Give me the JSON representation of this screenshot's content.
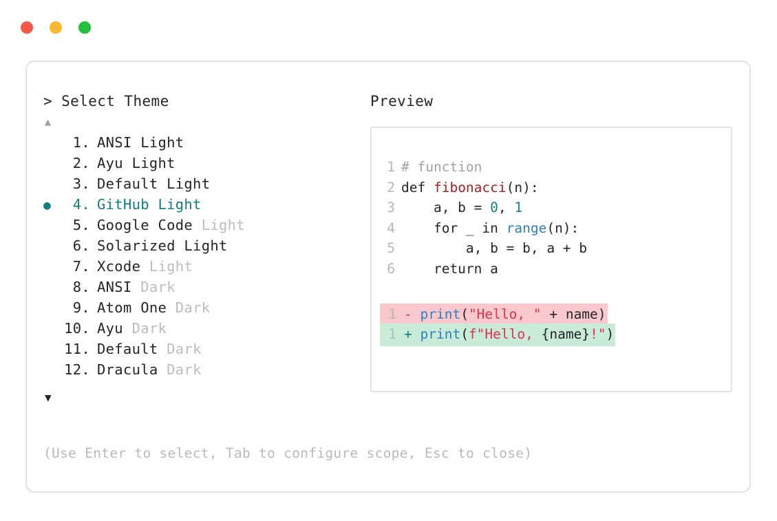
{
  "window": {
    "traffic_lights": [
      {
        "name": "close",
        "color": "#f2594b"
      },
      {
        "name": "minimize",
        "color": "#f6b930"
      },
      {
        "name": "zoom",
        "color": "#23bf38"
      }
    ]
  },
  "left": {
    "prompt_caret": ">",
    "prompt_title": "Select Theme",
    "scroll_up_icon": "▲",
    "scroll_down_icon": "▼",
    "selected_index": 4,
    "selected_bullet": "●",
    "accent_color": "#137d7d",
    "items": [
      {
        "num": "1.",
        "name": "ANSI Light",
        "variant": "",
        "selected": false
      },
      {
        "num": "2.",
        "name": "Ayu Light",
        "variant": "",
        "selected": false
      },
      {
        "num": "3.",
        "name": "Default Light",
        "variant": "",
        "selected": false
      },
      {
        "num": "4.",
        "name": "GitHub Light",
        "variant": "",
        "selected": true
      },
      {
        "num": "5.",
        "name": "Google Code",
        "variant": " Light",
        "selected": false
      },
      {
        "num": "6.",
        "name": "Solarized Light",
        "variant": "",
        "selected": false
      },
      {
        "num": "7.",
        "name": "Xcode",
        "variant": " Light",
        "selected": false
      },
      {
        "num": "8.",
        "name": "ANSI",
        "variant": " Dark",
        "selected": false
      },
      {
        "num": "9.",
        "name": "Atom One",
        "variant": " Dark",
        "selected": false
      },
      {
        "num": "10.",
        "name": "Ayu",
        "variant": " Dark",
        "selected": false
      },
      {
        "num": "11.",
        "name": "Default",
        "variant": " Dark",
        "selected": false
      },
      {
        "num": "12.",
        "name": "Dracula",
        "variant": " Dark",
        "selected": false
      }
    ],
    "footer_hint": "(Use Enter to select, Tab to configure scope, Esc to close)"
  },
  "right": {
    "preview_label": "Preview",
    "code_lines": [
      {
        "gutter": "1",
        "tokens": [
          {
            "t": "# function",
            "c": "tok-comment"
          }
        ]
      },
      {
        "gutter": "2",
        "tokens": [
          {
            "t": "def ",
            "c": "tok-plain"
          },
          {
            "t": "fibonacci",
            "c": "tok-fn"
          },
          {
            "t": "(n):",
            "c": "tok-plain"
          }
        ]
      },
      {
        "gutter": "3",
        "tokens": [
          {
            "t": "    a, b = ",
            "c": "tok-plain"
          },
          {
            "t": "0",
            "c": "tok-num"
          },
          {
            "t": ", ",
            "c": "tok-plain"
          },
          {
            "t": "1",
            "c": "tok-num"
          }
        ]
      },
      {
        "gutter": "4",
        "tokens": [
          {
            "t": "    for _ in ",
            "c": "tok-plain"
          },
          {
            "t": "range",
            "c": "tok-builtin"
          },
          {
            "t": "(n):",
            "c": "tok-plain"
          }
        ]
      },
      {
        "gutter": "5",
        "tokens": [
          {
            "t": "        a, b = b, a + b",
            "c": "tok-plain"
          }
        ]
      },
      {
        "gutter": "6",
        "tokens": [
          {
            "t": "    return a",
            "c": "tok-plain"
          }
        ]
      }
    ],
    "diff_lines": [
      {
        "kind": "del",
        "gutter": "1",
        "bg": "#f9c8cd",
        "tokens": [
          {
            "t": "- ",
            "c": "tok-minus"
          },
          {
            "t": "print",
            "c": "tok-builtin"
          },
          {
            "t": "(",
            "c": "tok-plain"
          },
          {
            "t": "\"Hello, \"",
            "c": "tok-str"
          },
          {
            "t": " + name)",
            "c": "tok-plain"
          }
        ]
      },
      {
        "kind": "add",
        "gutter": "1",
        "bg": "#c8ecd8",
        "tokens": [
          {
            "t": "+ ",
            "c": "tok-plus"
          },
          {
            "t": "print",
            "c": "tok-builtin"
          },
          {
            "t": "(",
            "c": "tok-plain"
          },
          {
            "t": "f\"Hello, ",
            "c": "tok-str"
          },
          {
            "t": "{name}",
            "c": "tok-plain"
          },
          {
            "t": "!\"",
            "c": "tok-str"
          },
          {
            "t": ")",
            "c": "tok-plain"
          }
        ]
      }
    ]
  }
}
